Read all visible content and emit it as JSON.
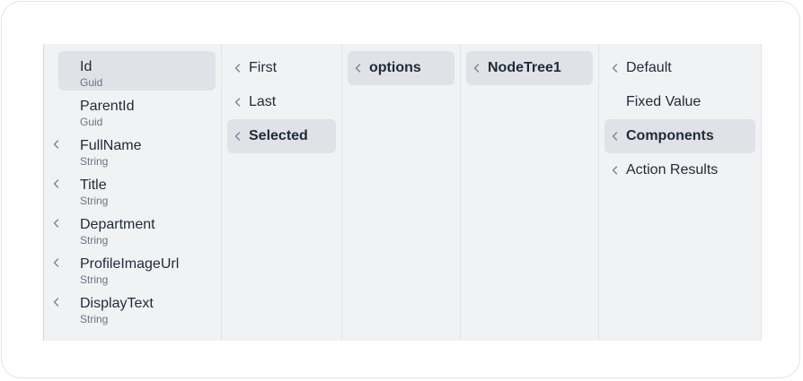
{
  "fields": [
    {
      "name": "Id",
      "type": "Guid",
      "selected": true,
      "expandable": false
    },
    {
      "name": "ParentId",
      "type": "Guid",
      "selected": false,
      "expandable": false
    },
    {
      "name": "FullName",
      "type": "String",
      "selected": false,
      "expandable": true
    },
    {
      "name": "Title",
      "type": "String",
      "selected": false,
      "expandable": true
    },
    {
      "name": "Department",
      "type": "String",
      "selected": false,
      "expandable": true
    },
    {
      "name": "ProfileImageUrl",
      "type": "String",
      "selected": false,
      "expandable": true
    },
    {
      "name": "DisplayText",
      "type": "String",
      "selected": false,
      "expandable": true
    }
  ],
  "modes": [
    {
      "label": "First",
      "selected": false
    },
    {
      "label": "Last",
      "selected": false
    },
    {
      "label": "Selected",
      "selected": true
    }
  ],
  "options": [
    {
      "label": "options",
      "selected": true
    }
  ],
  "tree": [
    {
      "label": "NodeTree1",
      "selected": true
    }
  ],
  "sources": [
    {
      "label": "Default",
      "selected": false,
      "expandable": true
    },
    {
      "label": "Fixed Value",
      "selected": false,
      "expandable": false
    },
    {
      "label": "Components",
      "selected": true,
      "expandable": true
    },
    {
      "label": "Action Results",
      "selected": false,
      "expandable": true
    }
  ],
  "colors": {
    "panel_bg": "#f1f2f4",
    "selected_bg": "#e0e2e7",
    "text": "#1f2a37",
    "muted": "#6b7280"
  },
  "icons": {
    "chevron": "chevron-left-icon"
  }
}
